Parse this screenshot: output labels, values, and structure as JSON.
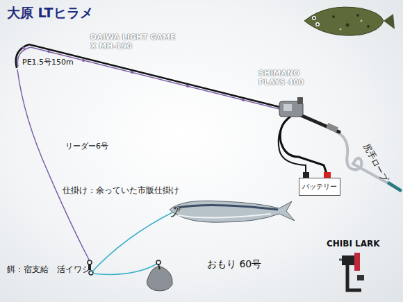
{
  "diagram": {
    "title": "大原 LTヒラメ",
    "nodes": [
      {
        "text": [
          "バッテリー"
        ]
      }
    ],
    "labels": [
      "DAIWA LIGHT GAME X MH-190",
      "SHIMANO PLAYS 400",
      "PE1.5号150m",
      "リーダー6号",
      "尻手ロープ",
      "仕掛け：余っていた市販仕掛け",
      "おもり 60号",
      "餌：宿支給　活イワシ",
      "CHIBI LARK"
    ]
  }
}
